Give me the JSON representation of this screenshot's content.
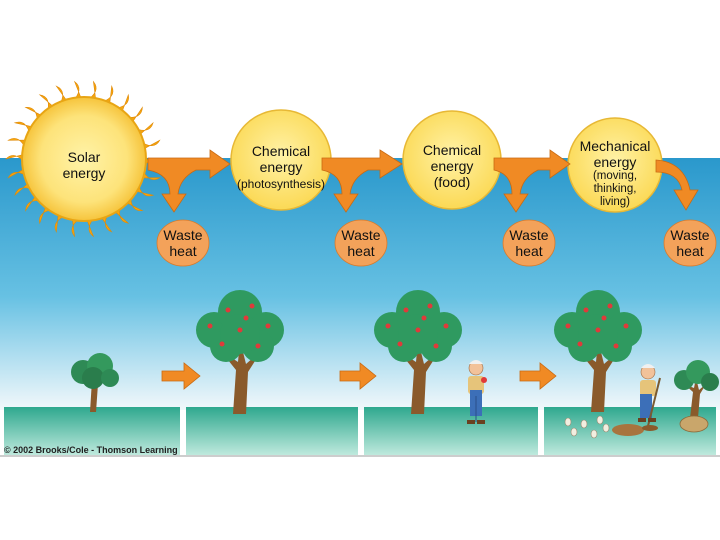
{
  "stages": [
    {
      "lines": [
        "Solar",
        "energy"
      ],
      "sub": ""
    },
    {
      "lines": [
        "Chemical",
        "energy"
      ],
      "sub": "(photosynthesis)"
    },
    {
      "lines": [
        "Chemical",
        "energy",
        "(food)"
      ],
      "sub": ""
    },
    {
      "lines": [
        "Mechanical",
        "energy"
      ],
      "sub": "(moving,\nthinking,\nliving)"
    }
  ],
  "waste_heat": [
    "Waste",
    "heat"
  ],
  "copyright": "© 2002 Brooks/Cole - Thomson Learning",
  "colors": {
    "sky": "#2e9ecf",
    "sun": "#f8b514",
    "circle": "#fde37a",
    "arrow": "#f08a24",
    "ground": "#3bb39a"
  }
}
